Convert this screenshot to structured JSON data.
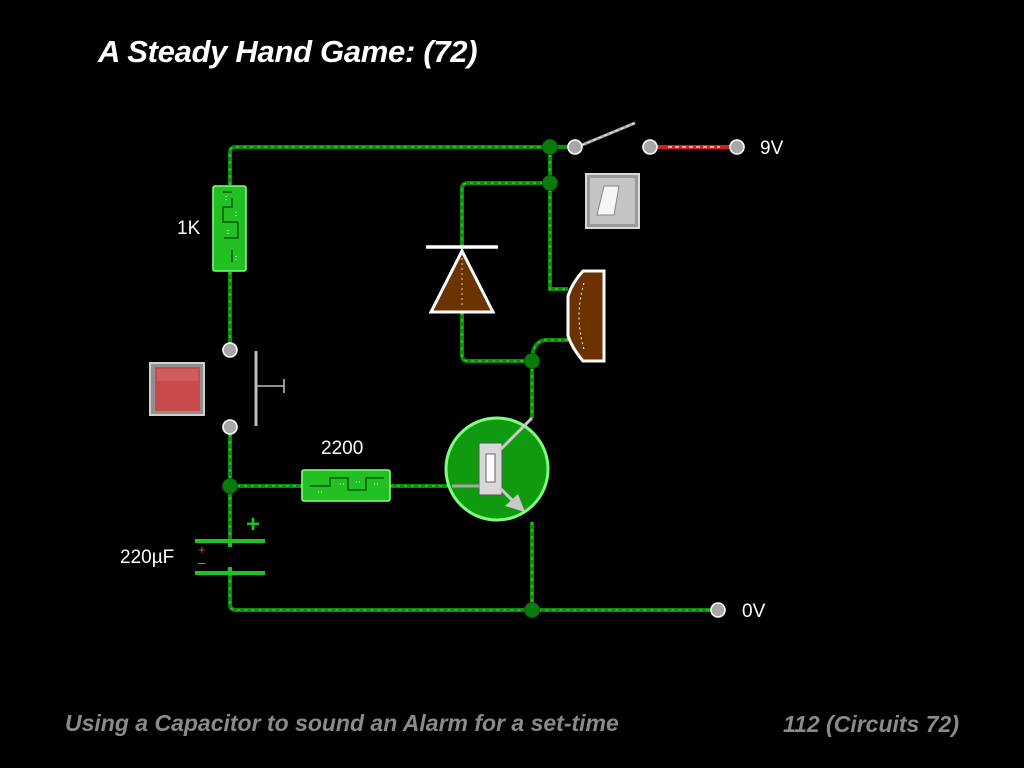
{
  "slide": {
    "title": "A Steady Hand Game: (72)",
    "caption": "Using a Capacitor to sound an Alarm for a set-time",
    "page_ref": "112 (Circuits 72)"
  },
  "circuit": {
    "labels": {
      "r1": "1K",
      "r2": "2200",
      "cap": "220µF",
      "supply_pos": "9V",
      "supply_neg": "0V",
      "cap_plus": "+",
      "cap_small_plus": "+",
      "cap_small_minus": "–"
    },
    "colors": {
      "background": "#000000",
      "wire": "#0c8a0c",
      "component_green": "#22c022",
      "diode_fill": "#6b3300",
      "button_red": "#c84a4a",
      "node": "#0a7a0a",
      "terminal": "#a8a8a8"
    },
    "icons": [
      "switch-icon",
      "push-button-icon",
      "diode-icon",
      "buzzer-icon",
      "transistor-icon",
      "capacitor-icon",
      "resistor-icon",
      "toggle-switch-icon"
    ]
  }
}
